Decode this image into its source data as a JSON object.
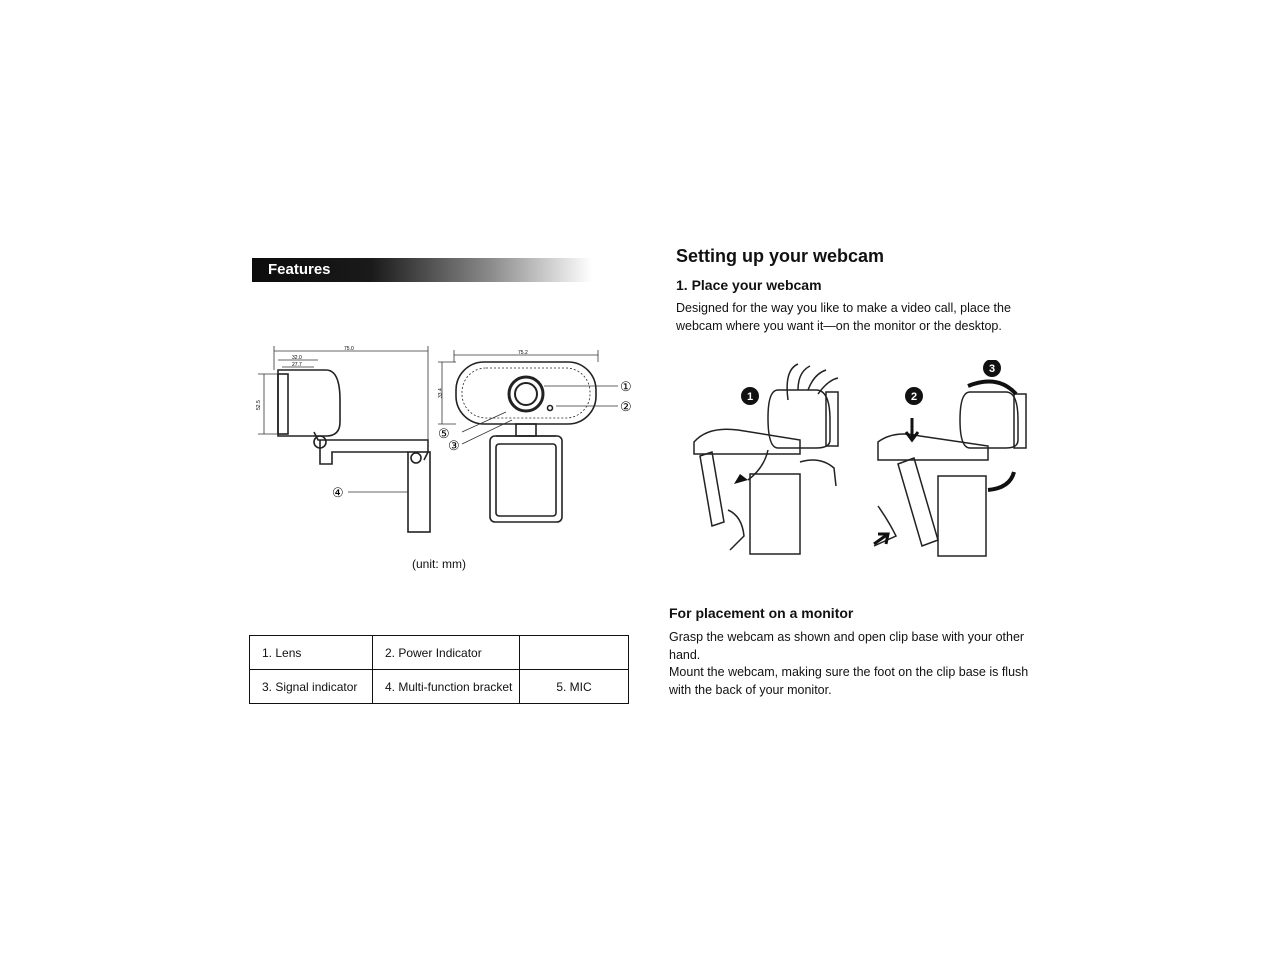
{
  "features": {
    "title": "Features",
    "unit_note": "(unit: mm)",
    "callouts": [
      "①",
      "②",
      "③",
      "④",
      "⑤"
    ],
    "dimensions": [
      "75.0",
      "32.0",
      "27.7",
      "52.5",
      "75.2",
      "33.4"
    ],
    "parts_table": {
      "rows": [
        [
          "1. Lens",
          "2. Power Indicator",
          ""
        ],
        [
          "3. Signal indicator",
          "4. Multi-function bracket",
          "5. MIC"
        ]
      ]
    }
  },
  "setup": {
    "title": "Setting up your webcam",
    "step1_heading": "1. Place your webcam",
    "step1_text": "Designed for the way you like to make a video call, place the webcam where you want it—on the monitor or the desktop.",
    "step_markers": [
      "1",
      "2",
      "3"
    ],
    "monitor_heading": "For placement on a monitor",
    "monitor_text_1": "Grasp the webcam as shown and open clip base with your other hand.",
    "monitor_text_2": "Mount the webcam, making sure the foot on the clip base is flush with the back of your monitor."
  }
}
